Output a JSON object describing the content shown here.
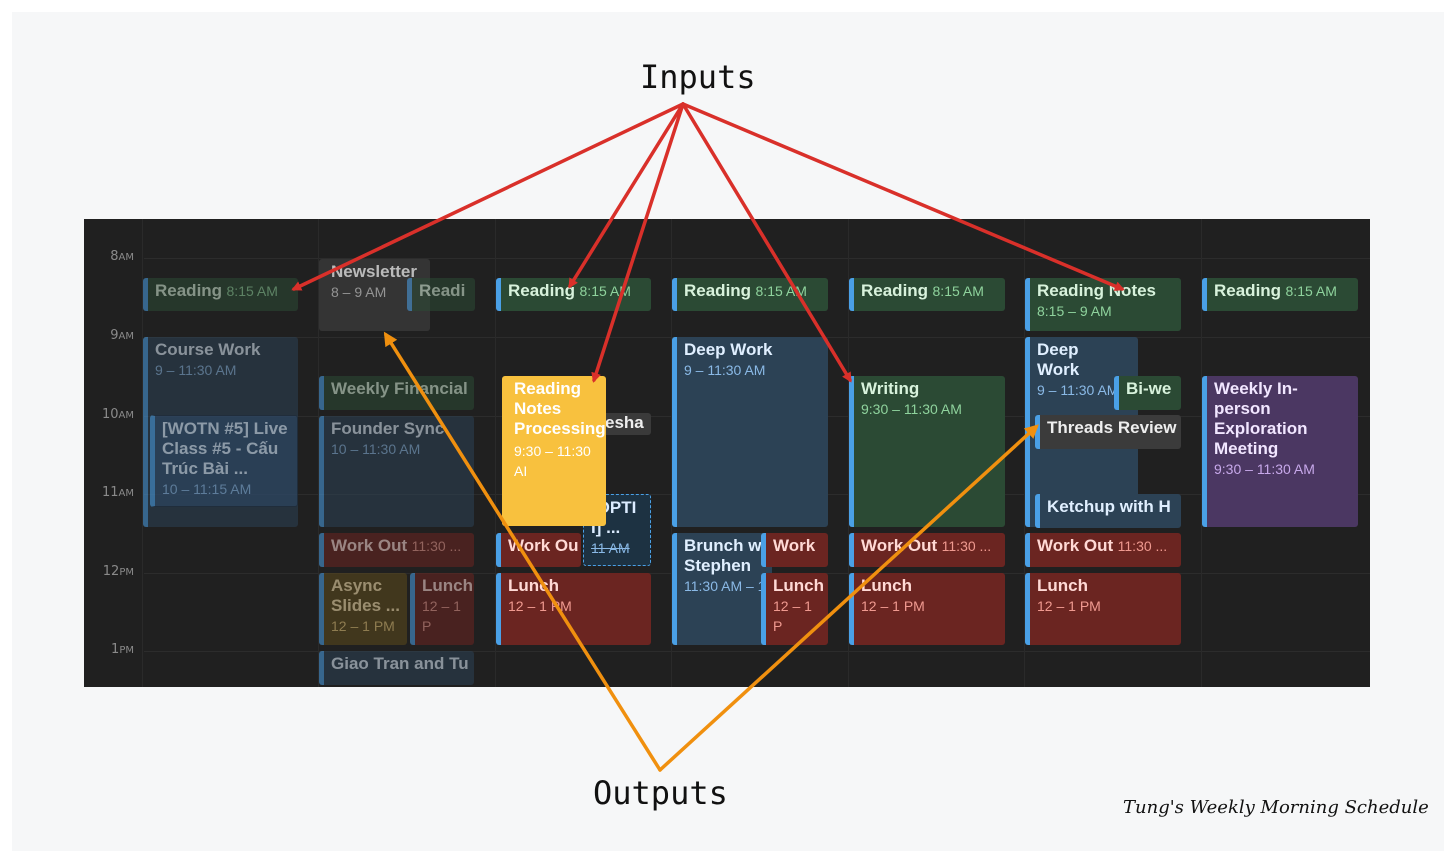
{
  "labels": {
    "inputs": "Inputs",
    "outputs": "Outputs",
    "caption": "Tung's Weekly Morning Schedule"
  },
  "hours": [
    {
      "num": "8",
      "suffix": "AM"
    },
    {
      "num": "9",
      "suffix": "AM"
    },
    {
      "num": "10",
      "suffix": "AM"
    },
    {
      "num": "11",
      "suffix": "AM"
    },
    {
      "num": "12",
      "suffix": "PM"
    },
    {
      "num": "1",
      "suffix": "PM"
    }
  ],
  "days": {
    "d1": {
      "reading": {
        "title": "Reading",
        "time": "8:15 AM"
      },
      "course": {
        "title": "Course Work",
        "time": "9 – 11:30 AM"
      },
      "wotn": {
        "title": "[WOTN #5] Live Class #5 - Cấu Trúc Bài ...",
        "time": "10 – 11:15 AM"
      }
    },
    "d2": {
      "newsletter": {
        "title": "Newsletter",
        "time": "8 – 9 AM"
      },
      "reading": {
        "title": "Readi"
      },
      "weekly": {
        "title": "Weekly Financial"
      },
      "founder": {
        "title": "Founder Sync",
        "time": "10 – 11:30 AM"
      },
      "workout": {
        "title": "Work Out",
        "time": "11:30 ..."
      },
      "async": {
        "title": "Async Slides ...",
        "time": "12 – 1 PM"
      },
      "lunch": {
        "title": "Lunch",
        "time": "12 – 1 P"
      },
      "giao": {
        "title": "Giao Tran and Tu"
      }
    },
    "d3": {
      "reading": {
        "title": "Reading",
        "time": "8:15 AM"
      },
      "notes": {
        "title": "Reading Notes Processing",
        "time": "9:30 – 11:30 AI"
      },
      "kesha": {
        "title": "esha"
      },
      "opti": {
        "title": "[OPTI I] ...",
        "time": "11 AM"
      },
      "workout": {
        "title": "Work Ou"
      },
      "lunch": {
        "title": "Lunch",
        "time": "12 – 1 PM"
      }
    },
    "d4": {
      "reading": {
        "title": "Reading",
        "time": "8:15 AM"
      },
      "deep": {
        "title": "Deep Work",
        "time": "9 – 11:30 AM"
      },
      "brunch": {
        "title": "Brunch w Stephen",
        "time": "11:30 AM – 1"
      },
      "work": {
        "title": "Work"
      },
      "lunch": {
        "title": "Lunch",
        "time": "12 – 1 P"
      }
    },
    "d5": {
      "reading": {
        "title": "Reading",
        "time": "8:15 AM"
      },
      "writing": {
        "title": "Writing",
        "time": "9:30 – 11:30 AM"
      },
      "workout": {
        "title": "Work Out",
        "time": "11:30 ..."
      },
      "lunch": {
        "title": "Lunch",
        "time": "12 – 1 PM"
      }
    },
    "d6": {
      "notes": {
        "title": "Reading Notes",
        "time": "8:15 – 9 AM"
      },
      "deep": {
        "title": "Deep Work",
        "time": "9 – 11:30 AM"
      },
      "biwe": {
        "title": "Bi-we"
      },
      "threads": {
        "title": "Threads Review"
      },
      "ketchup": {
        "title": "Ketchup with H"
      },
      "workout": {
        "title": "Work Out",
        "time": "11:30 ..."
      },
      "lunch": {
        "title": "Lunch",
        "time": "12 – 1 PM"
      }
    },
    "d7": {
      "reading": {
        "title": "Reading",
        "time": "8:15 AM"
      },
      "weekly": {
        "title": "Weekly In-person Exploration Meeting",
        "time": "9:30 – 11:30 AM"
      }
    }
  },
  "colors": {
    "input_arrow": "#d9302a",
    "output_arrow": "#f0900f",
    "green_event": "#2b4a34",
    "blue_event": "#2c4255",
    "red_event": "#6b2521",
    "purple_event": "#4b3762",
    "yellow_event": "#f8c13e",
    "calendar_bg": "#202020"
  }
}
